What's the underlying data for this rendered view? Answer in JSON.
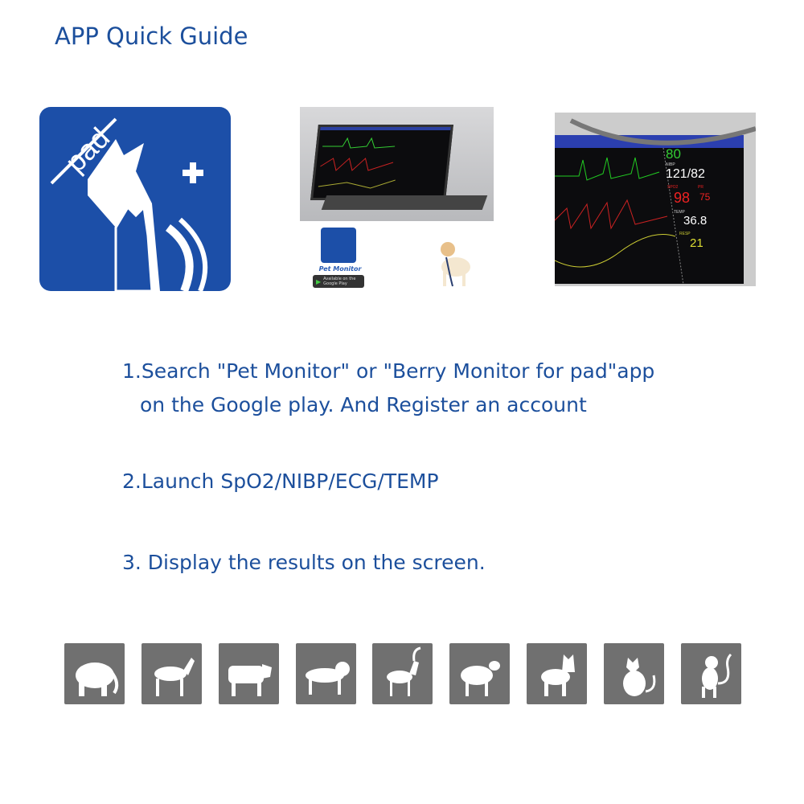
{
  "title": "APP Quick Guide",
  "logo": {
    "text": "pad",
    "color": "#1c4fa8"
  },
  "app_store": {
    "app_name": "Pet Monitor",
    "badge_line1": "Available on the",
    "badge_line2": "Google Play"
  },
  "monitor": {
    "hr": "80",
    "nibp_label": "NIBP",
    "nibp": "121/82",
    "spo2_label": "SPO2",
    "spo2": "98",
    "pr_label": "PR",
    "pr": "75",
    "temp_label": "TEMP",
    "temp": "36.8",
    "resp_label": "RESP",
    "resp": "21"
  },
  "steps": [
    {
      "line1": "1.Search \"Pet Monitor\" or \"Berry Monitor for pad\"app",
      "line2": "on the Google play. And Register an account"
    },
    {
      "line1": "2.Launch SpO2/NIBP/ECG/TEMP"
    },
    {
      "line1": "3. Display the results on the screen."
    }
  ],
  "animals": [
    "mammoth-icon",
    "zebra-icon",
    "bull-icon",
    "lion-icon",
    "goat-icon",
    "sheep-icon",
    "dog-icon",
    "cat-icon",
    "monkey-icon"
  ],
  "colors": {
    "text": "#1c4f9c",
    "tile": "#707070"
  }
}
